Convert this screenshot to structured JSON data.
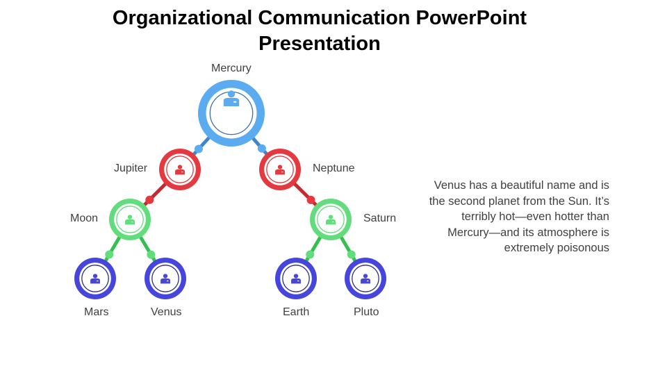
{
  "slide": {
    "title": "Organizational Communication PowerPoint Presentation",
    "description": "Venus has a beautiful name and is the second planet from the Sun. It’s terribly hot—even hotter than Mercury—and its atmosphere is extremely poisonous"
  },
  "colors": {
    "blue": "#5aabf0",
    "blue_line": "#3f86c8",
    "red": "#e3393f",
    "red_line": "#c42a30",
    "green": "#62dc7c",
    "green_line": "#34c04f",
    "indigo": "#4646dc"
  },
  "nodes": [
    {
      "id": "mercury",
      "label": "Mercury",
      "icon": "person-icon",
      "level": 0
    },
    {
      "id": "jupiter",
      "label": "Jupiter",
      "icon": "doctor-icon",
      "level": 1
    },
    {
      "id": "neptune",
      "label": "Neptune",
      "icon": "doctor-icon",
      "level": 1
    },
    {
      "id": "moon",
      "label": "Moon",
      "icon": "person-headset-icon",
      "level": 2
    },
    {
      "id": "saturn",
      "label": "Saturn",
      "icon": "person-headset-icon",
      "level": 2
    },
    {
      "id": "mars",
      "label": "Mars",
      "icon": "astronaut-icon",
      "level": 3
    },
    {
      "id": "venus",
      "label": "Venus",
      "icon": "astronaut-icon",
      "level": 3
    },
    {
      "id": "earth",
      "label": "Earth",
      "icon": "astronaut-icon",
      "level": 3
    },
    {
      "id": "pluto",
      "label": "Pluto",
      "icon": "astronaut-icon",
      "level": 3
    }
  ]
}
